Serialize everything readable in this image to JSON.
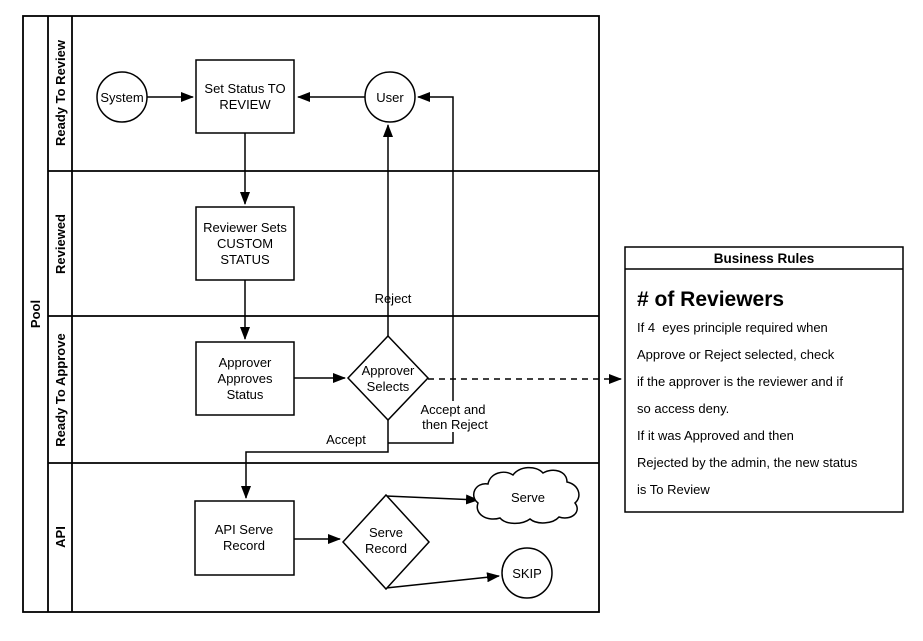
{
  "pool": {
    "label": "Pool"
  },
  "lanes": [
    {
      "label": "Ready To Review"
    },
    {
      "label": "Reviewed"
    },
    {
      "label": "Ready To Approve"
    },
    {
      "label": "API"
    }
  ],
  "nodes": {
    "system": {
      "label": "System"
    },
    "set_status": {
      "lines": [
        "Set Status TO",
        "REVIEW"
      ]
    },
    "user": {
      "label": "User"
    },
    "reviewer_sets": {
      "lines": [
        "Reviewer Sets",
        "CUSTOM",
        "STATUS"
      ]
    },
    "approver_approves": {
      "lines": [
        "Approver",
        "Approves",
        "Status"
      ]
    },
    "approver_selects": {
      "lines": [
        "Approver",
        "Selects"
      ]
    },
    "api_serve": {
      "lines": [
        "API Serve",
        "Record"
      ]
    },
    "serve_record": {
      "lines": [
        "Serve",
        "Record"
      ]
    },
    "serve_cloud": {
      "label": "Serve"
    },
    "skip": {
      "label": "SKIP"
    }
  },
  "edge_labels": {
    "reject": "Reject",
    "accept": "Accept",
    "accept_then_reject": [
      "Accept and",
      "then Reject"
    ]
  },
  "annotation": {
    "title": "Business Rules",
    "heading": "# of Reviewers",
    "body_lines": [
      "If 4  eyes principle required when",
      "Approve or Reject selected, check",
      "if the approver is the reviewer and if",
      "so access deny.",
      "If it was Approved and then",
      "Rejected by the admin, the new status",
      "is To Review"
    ]
  },
  "colors": {
    "stroke": "#000000",
    "fill": "#ffffff"
  }
}
